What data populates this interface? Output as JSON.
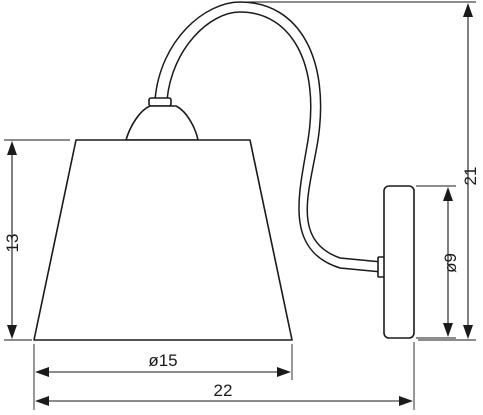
{
  "dimensions": {
    "shade_height": "13",
    "total_height": "21",
    "shade_diameter": "ø15",
    "base_diameter": "ø9",
    "total_width": "22"
  }
}
